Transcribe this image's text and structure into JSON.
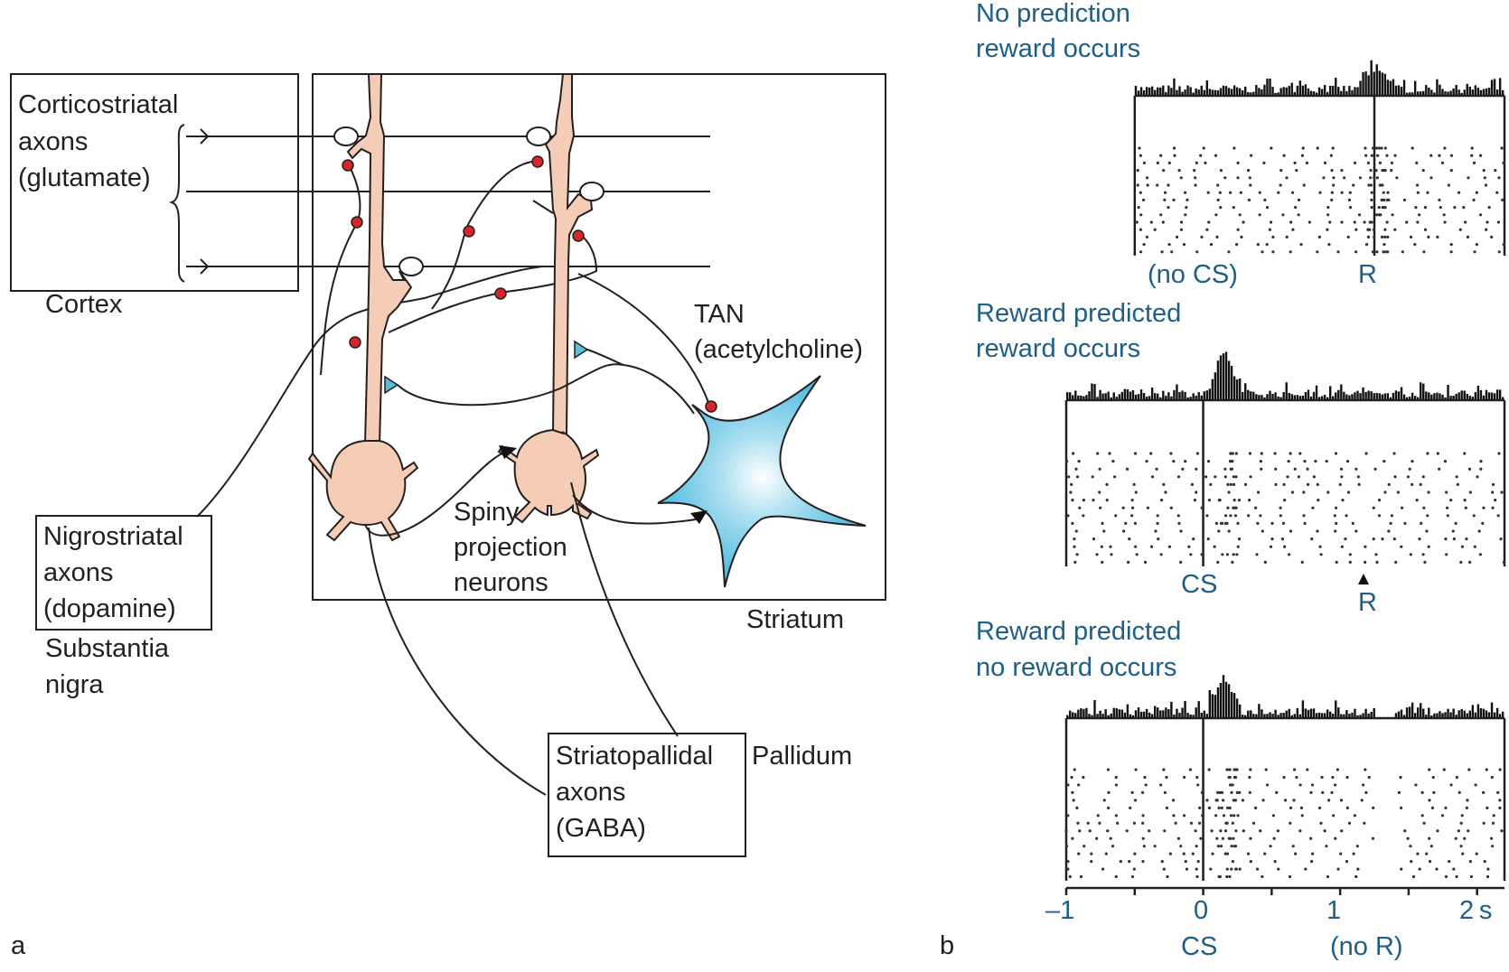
{
  "panel_a": {
    "panel_label": "a",
    "cortex": {
      "box_label_lines": [
        "Corticostriatal",
        "axons",
        "(glutamate)"
      ],
      "region_label": "Cortex"
    },
    "nigra": {
      "box_label_lines": [
        "Nigrostriatal",
        "axons",
        "(dopamine)"
      ],
      "region_label_lines": [
        "Substantia",
        "nigra"
      ]
    },
    "striatum": {
      "region_label": "Striatum",
      "tan_label_lines": [
        "TAN",
        "(acetylcholine)"
      ],
      "spiny_label_lines": [
        "Spiny",
        "projection",
        "neurons"
      ]
    },
    "pallidum": {
      "box_label_lines": [
        "Striatopallidal",
        "axons",
        "(GABA)"
      ],
      "region_label": "Pallidum"
    },
    "colors": {
      "spiny_neuron": "#f5cdb6",
      "tan_neuron": "#57bfdc",
      "dopamine_synapse": "#d7262b",
      "cholinergic_synapse": "#57bfdc"
    }
  },
  "panel_b": {
    "panel_label": "b",
    "text_color": "#1f5e85",
    "plots": [
      {
        "title_lines": [
          "No prediction",
          "reward occurs"
        ],
        "event_markers": [
          {
            "label": "(no CS)",
            "time": 0.0
          },
          {
            "label": "R",
            "time": 1.25
          }
        ],
        "peak_at": 1.25
      },
      {
        "title_lines": [
          "Reward predicted",
          "reward occurs"
        ],
        "event_markers": [
          {
            "label": "CS",
            "time": 0.0
          },
          {
            "label": "R",
            "time": 1.25,
            "arrow": true
          }
        ],
        "peak_at": 0.15
      },
      {
        "title_lines": [
          "Reward predicted",
          "no reward occurs"
        ],
        "event_markers": [
          {
            "label": "CS",
            "time": 0.0
          },
          {
            "label": "(no R)",
            "time": 1.0
          }
        ],
        "peak_at": 0.15,
        "depression_at": 1.3
      }
    ],
    "x_axis": {
      "ticks": [
        "–1",
        "0",
        "1",
        "2 s"
      ],
      "tick_values": [
        -1,
        0,
        1,
        2
      ],
      "range": [
        -1,
        2.2
      ],
      "sub_labels": [
        {
          "label": "CS",
          "time": 0
        },
        {
          "label": "(no R)",
          "time": 1.25
        }
      ]
    }
  }
}
